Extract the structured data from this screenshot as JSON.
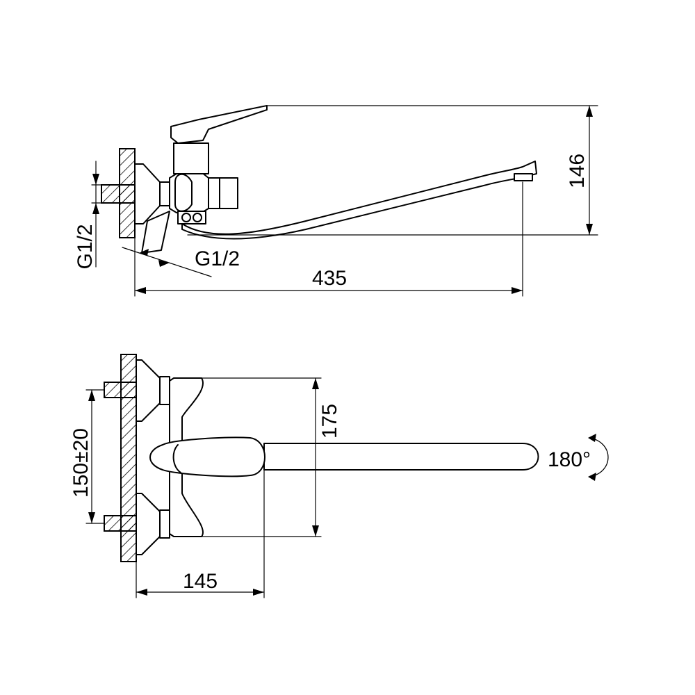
{
  "dimensions": {
    "top_height": "146",
    "top_length": "435",
    "connection_vertical": "G1/2",
    "connection_angled": "G1/2",
    "bottom_height": "175",
    "bottom_spacing": "150±20",
    "bottom_length": "145",
    "swivel_angle": "180°"
  }
}
